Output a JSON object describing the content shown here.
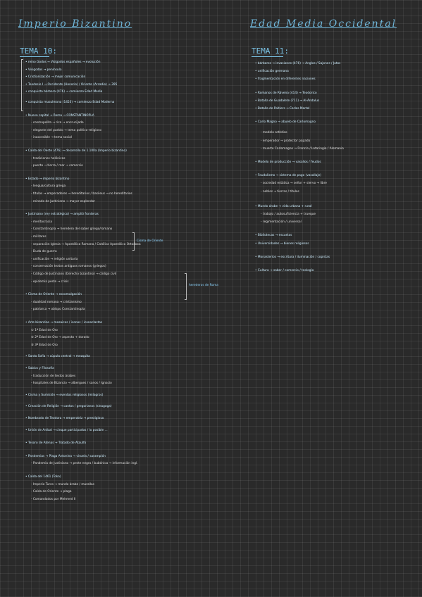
{
  "left": {
    "title": "Imperio Bizantino",
    "tema": "TEMA 10:",
    "lines": [
      "• reino Godos → Visigodos españoles → evolución",
      "• Visigodos → península",
      "• Cristianización → mejor comunicación",
      "• Teodosio I → Occidente (Honorio) / Oriente (Arcadio) → 395",
      "• conquista bárbara (476) → comienzo Edad Media",
      "• conquista musulmana (1453) → comienzo Edad Moderna",
      "• Nueva capital → Roma → CONSTANTINOPLA",
      "  - cosmopolita → rica → encrucijada",
      "  - elegante del pueblo → tema político-religioso",
      "  - inaccesible → tema social",
      "• Caída del Oeste (476) → desarrollo de 1.100a (Imperio bizantino)",
      "  - tradiciones helénicas",
      "  - puerto → tierra / mar → comercio",
      "• Estado → imperio bizantino",
      "  - lengua/cultura griega",
      "  - títulos → emperadores → hereditarios / basileus → no hereditarios",
      "  - reinado de Justiniano → mayor esplendor",
      "• Justiniano (rey estratégico) → amplió fronteras",
      "  - meritocracia",
      "  - Constantinopla → heredero del saber griego/romano",
      "  - militares",
      "  - separación Iglesia → Apostólica Romana / Católica Apostólica Ortodoxa",
      "  - Duda de guerra",
      "  - unificación → religión unitaria",
      "  - conservación textos antiguos romanos (griegos)",
      "  - Código de Justiniano (Derecho bizantino) → código civil",
      "  - epidemia peste → crisis",
      "• Cisma de Oriente → excomulgación",
      "  - dualidad romana → cristianismo",
      "  - patriarca → obispo Constantinopla",
      "• Arte bizantino → mosaicos / iconos / iconoclastas",
      "  ① 1ª Edad de Oro",
      "  ② 2ª Edad de Oro → aspecto + dorado",
      "  ③ 3ª Edad de Oro",
      "• Santa Sofía → cúpula central → mezquita",
      "• Sabios y Filosofía",
      "  - traducción de textos árabes",
      "  - hospitales de Bizancio → albergues / sanos / Ignacio",
      "• Cisma y Sumisión → eventos religiosos (milagros)",
      "• Creación de Religión → cantos / gregorianos (sinagoga)",
      "• Nombrado de Teodora → emperatriz → prestigiosa",
      "• Unión de Anibal → cinque participados / lo posible ...",
      "• Tesoro de Atenas → Tratado de Ataulfo",
      "• Pandemias → Plaga Antonina → viruela / sarampión",
      "  - Pandemia de Justiniano → peste negra / bubónica → información ingl.",
      "• Caída del 1461 (Toka)",
      "  - Imperio Turco → mundo árabe / murallas",
      "  - Caída de Oriente → plaga",
      "  - Comandados por Mehmed II"
    ],
    "side_labels": [
      "Cisma de Oriente",
      "herederos de Roma"
    ]
  },
  "right": {
    "title": "Edad Media Occidental",
    "tema": "TEMA 11:",
    "lines": [
      "• bárbaros → invasiones (476) → Anglos / Sajones / Jutos",
      "• unificación germana",
      "• fragmentación en diferentes naciones",
      "• Romanos de Rávena (414) → Teodorico",
      "• Batalla de Guadalete (711) → Al-Ándalus",
      "• Batalla de Poitiers → Carlos Martel",
      "• Carlo Magno → abuelo de Carlomagno",
      "  - modelo artístico",
      "  - emperador → protector papado",
      "  - muerte Carlomagno → Francia / Lotaringia / Alemania",
      "• Modelo de producción → vasallos / feudos",
      "• Feudalismo → sistema de pago (vasallaje)",
      "  - sociedad estática → señor + siervo → libre",
      "  - nobles → tierras / títulos",
      "• Mundo árabe → vida urbana + rural",
      "  - trabajo / autosuficiencia + trueque",
      "  - regimentación / universal",
      "• Bibliotecas → escuelas",
      "• Universidades → bienes religiosos",
      "• Monasterios → escritura / iluminación / copistas",
      "• Cultura → saber / comercio / teología"
    ]
  }
}
